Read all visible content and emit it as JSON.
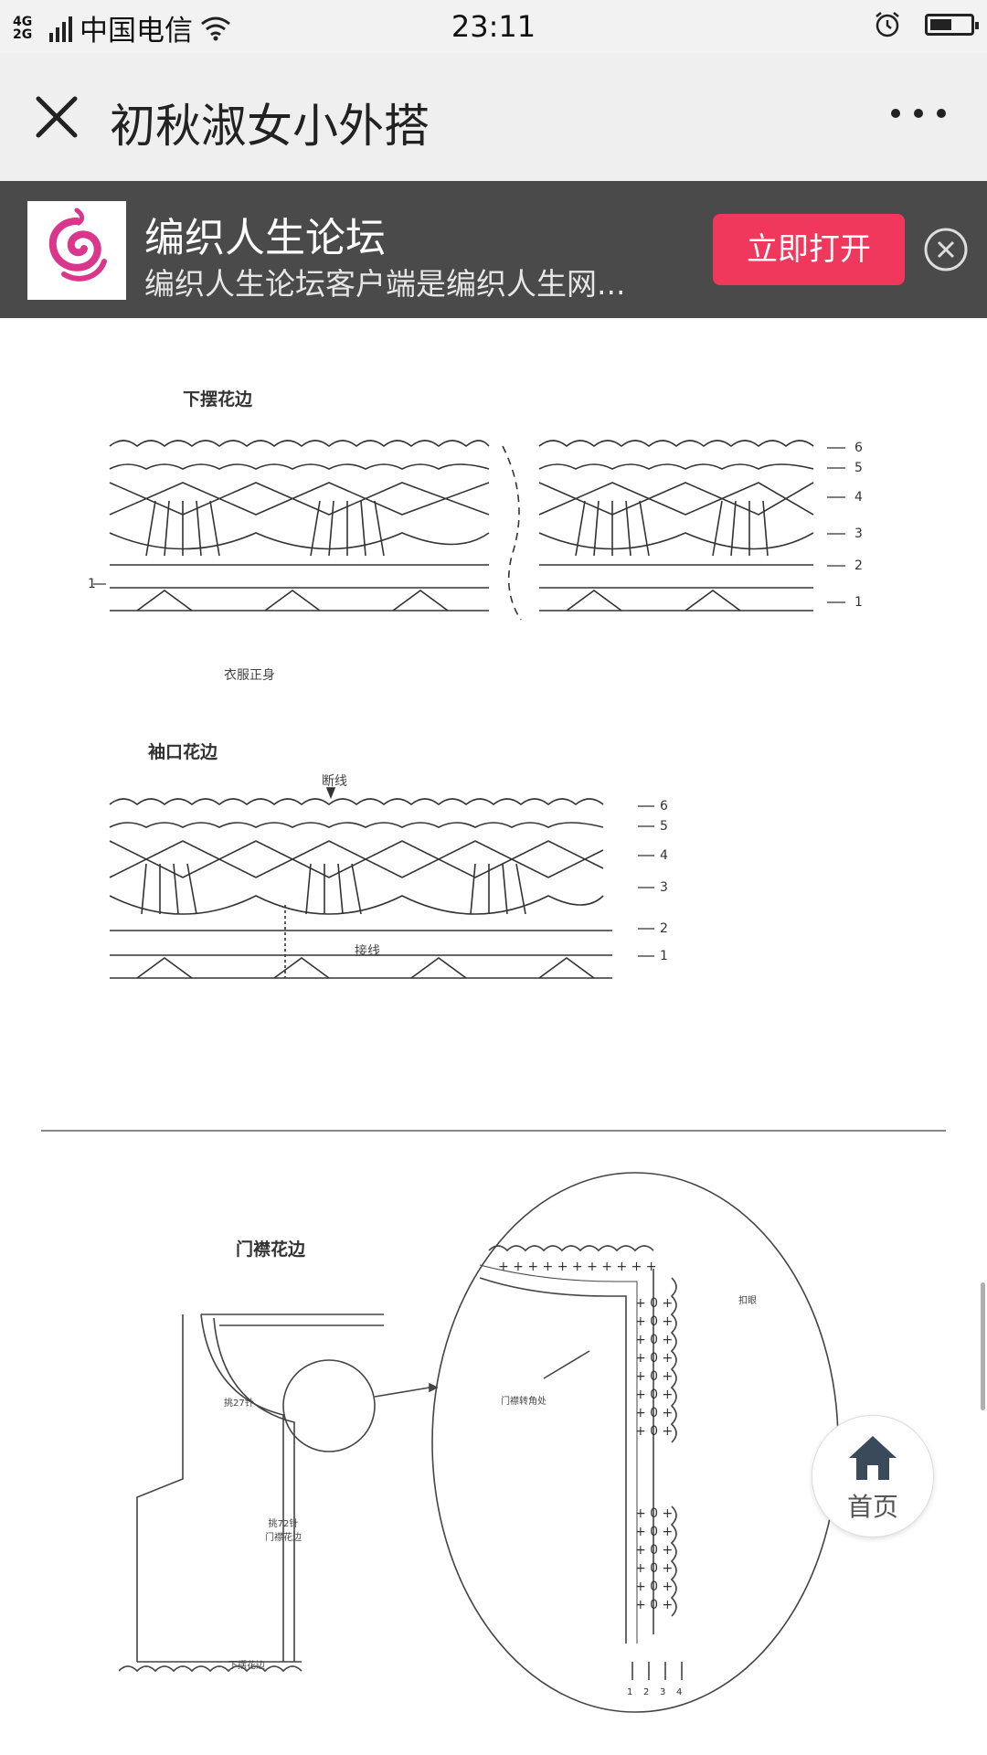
{
  "status_bar": {
    "network": "4G 2G",
    "carrier": "中国电信",
    "time": "23:11",
    "battery_level": 0.55,
    "icons": [
      "signal-icon",
      "wifi-icon",
      "alarm-icon",
      "battery-icon"
    ]
  },
  "nav": {
    "title": "初秋淑女小外搭",
    "close_icon": "close-icon",
    "more_icon": "more-icon"
  },
  "banner": {
    "app_name": "编织人生论坛",
    "description": "编织人生论坛客户端是编织人生网...",
    "open_label": "立即打开",
    "accent": "#f0375c"
  },
  "diagrams": {
    "hem": {
      "title": "下摆花边",
      "label_bottom": "衣服正身",
      "left_marker": "1",
      "rows": [
        "6",
        "5",
        "4",
        "3",
        "2",
        "1"
      ]
    },
    "cuff": {
      "title": "袖口花边",
      "break_label": "断线",
      "join_label": "接线",
      "rows": [
        "6",
        "5",
        "4",
        "3",
        "2",
        "1"
      ]
    },
    "placket": {
      "title": "门襟花边",
      "pick_27": "挑27针",
      "pick_72": "挑72针\n门襟花边",
      "hem_label": "下摆花边",
      "corner_label": "门襟转角处",
      "button_label": "扣眼",
      "cols": [
        "1",
        "2",
        "3",
        "4"
      ]
    }
  },
  "home": {
    "label": "首页"
  }
}
